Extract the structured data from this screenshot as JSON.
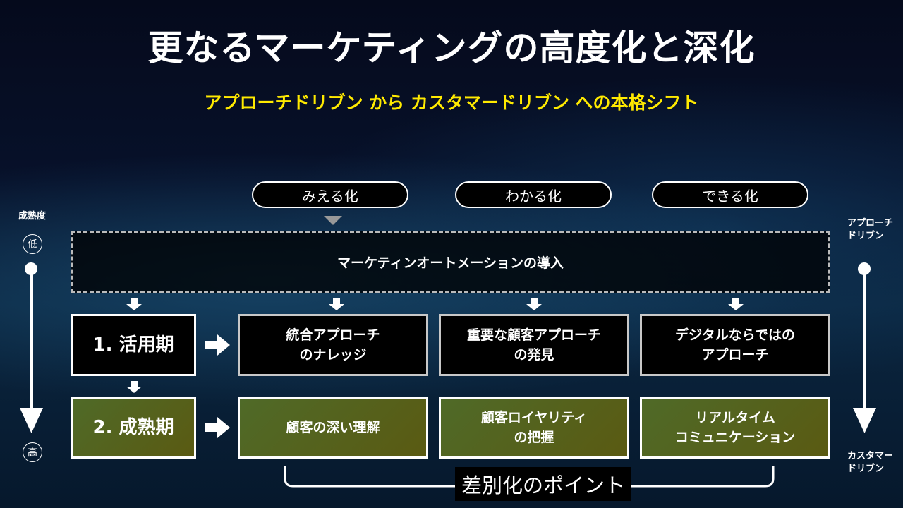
{
  "title": "更なるマーケティングの高度化と深化",
  "subtitle": "アプローチドリブン から カスタマードリブン への本格シフト",
  "phases": [
    "みえる化",
    "わかる化",
    "できる化"
  ],
  "ma": "マーケティンオートメーションの導入",
  "left_axis": {
    "label": "成熟度",
    "low": "低",
    "high": "高"
  },
  "right_axis": {
    "top": [
      "アプローチ",
      "ドリブン"
    ],
    "bottom": [
      "カスタマー",
      "ドリブン"
    ]
  },
  "rows": [
    {
      "label": "1. 活用期",
      "cells": [
        [
          "統合アプローチ",
          "のナレッジ"
        ],
        [
          "重要な顧客アプローチ",
          "の発見"
        ],
        [
          "デジタルならではの",
          "アプローチ"
        ]
      ]
    },
    {
      "label": "2. 成熟期",
      "cells": [
        [
          "顧客の深い理解"
        ],
        [
          "顧客ロイヤリティ",
          "の把握"
        ],
        [
          "リアルタイム",
          "コミュニケーション"
        ]
      ]
    }
  ],
  "point": "差別化のポイント"
}
